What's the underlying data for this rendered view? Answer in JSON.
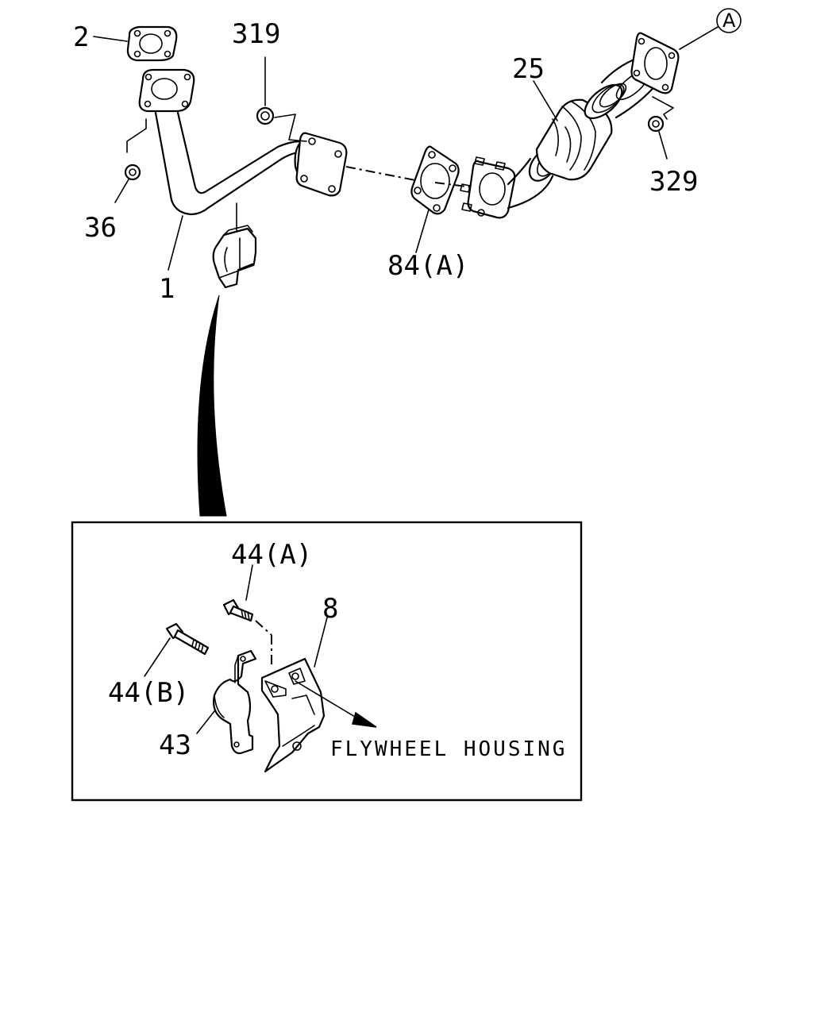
{
  "callouts": {
    "c2": "2",
    "c319": "319",
    "c36": "36",
    "c1": "1",
    "c25": "25",
    "c329": "329",
    "c84a": "84(A)",
    "cA": "A",
    "c44a": "44(A)",
    "c44b": "44(B)",
    "c8": "8",
    "c43": "43"
  },
  "notes": {
    "flywheel": "FLYWHEEL HOUSING"
  }
}
